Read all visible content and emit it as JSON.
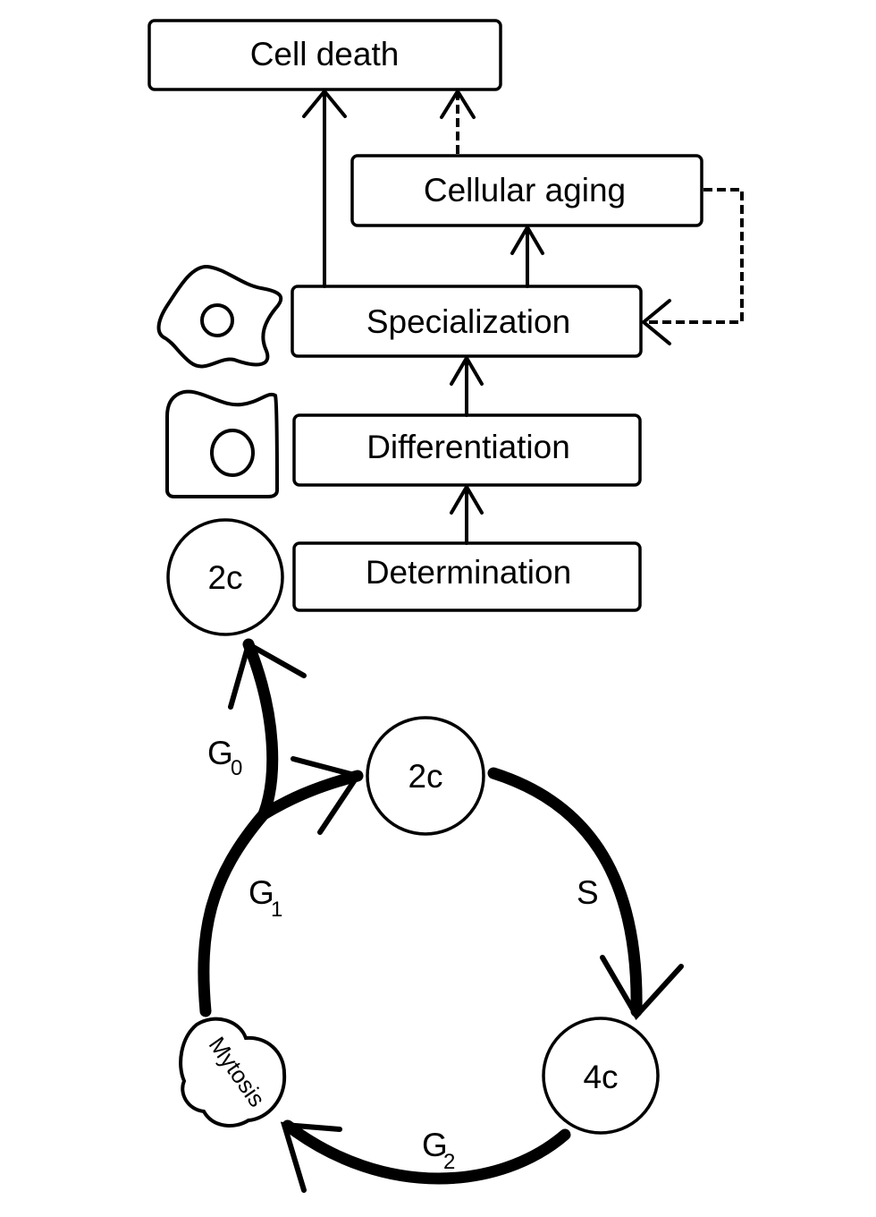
{
  "diagram": {
    "boxes": {
      "cell_death": "Cell death",
      "cellular_aging": "Cellular aging",
      "specialization": "Specialization",
      "differentiation": "Differentiation",
      "determination": "Determination"
    },
    "cells": {
      "g0_cell": "2c",
      "cycle_2c": "2c",
      "cycle_4c": "4c",
      "mitosis": "Mytosis"
    },
    "phases": {
      "g0": {
        "letter": "G",
        "sub": "0"
      },
      "g1": {
        "letter": "G",
        "sub": "1"
      },
      "s": "S",
      "g2": {
        "letter": "G",
        "sub": "2"
      }
    }
  }
}
